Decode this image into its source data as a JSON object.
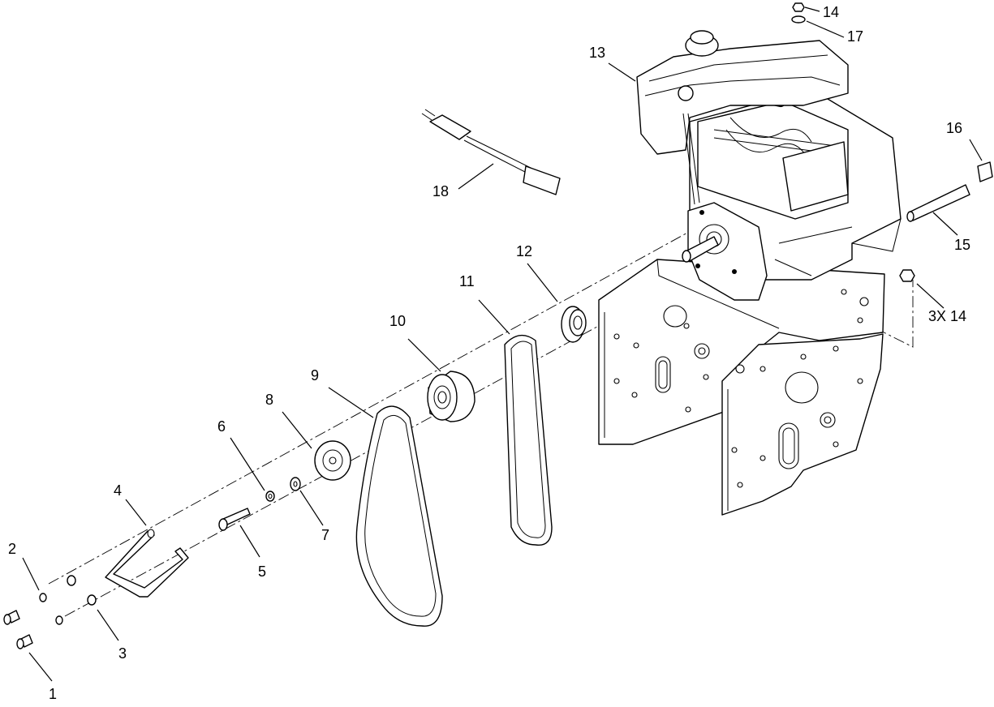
{
  "callouts": [
    {
      "id": "1",
      "label": "1"
    },
    {
      "id": "2",
      "label": "2"
    },
    {
      "id": "3",
      "label": "3"
    },
    {
      "id": "4",
      "label": "4"
    },
    {
      "id": "5",
      "label": "5"
    },
    {
      "id": "6",
      "label": "6"
    },
    {
      "id": "7",
      "label": "7"
    },
    {
      "id": "8",
      "label": "8"
    },
    {
      "id": "9",
      "label": "9"
    },
    {
      "id": "10",
      "label": "10"
    },
    {
      "id": "11",
      "label": "11"
    },
    {
      "id": "12",
      "label": "12"
    },
    {
      "id": "13",
      "label": "13"
    },
    {
      "id": "14",
      "label": "14"
    },
    {
      "id": "14b",
      "label": "3X 14"
    },
    {
      "id": "15",
      "label": "15"
    },
    {
      "id": "16",
      "label": "16"
    },
    {
      "id": "17",
      "label": "17"
    },
    {
      "id": "18",
      "label": "18"
    }
  ],
  "colors": {
    "line": "#000000",
    "background": "#ffffff"
  }
}
